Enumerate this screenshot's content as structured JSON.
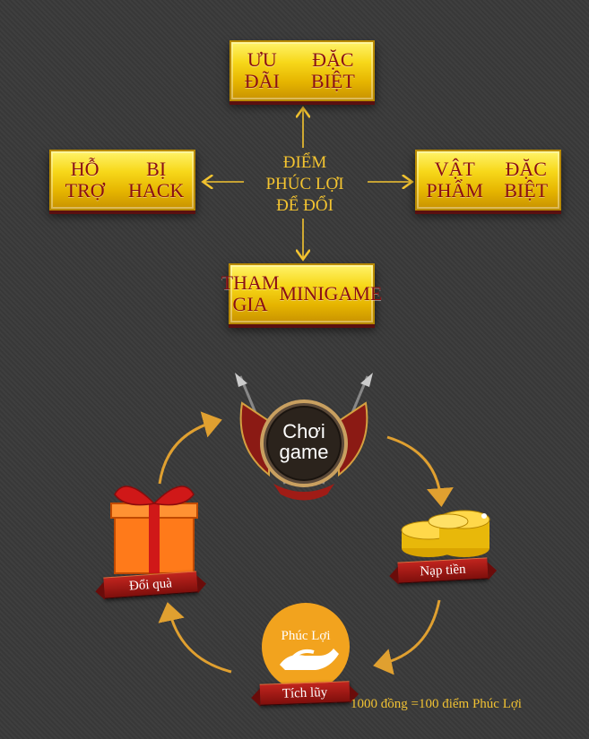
{
  "top_diagram": {
    "center_label": [
      "ĐIỂM",
      "PHÚC LỢI",
      "ĐỂ ĐỔI"
    ],
    "boxes": {
      "top": [
        "ƯU ĐÃI",
        "ĐẶC BIỆT"
      ],
      "left": [
        "HỖ TRỢ",
        "BỊ HACK"
      ],
      "right": [
        "VẬT PHẨM",
        "ĐẶC BIỆT"
      ],
      "bottom": [
        "THAM GIA",
        "MINIGAME"
      ]
    }
  },
  "cycle": {
    "play": [
      "Chơi",
      "game"
    ],
    "topup": "Nạp tiền",
    "accumulate": "Tích lũy",
    "phuc_loi": "Phúc Lợi",
    "exchange": "Đổi quà"
  },
  "footer_note": "1000 đồng =100 điểm Phúc Lợi",
  "colors": {
    "gold": "#f7d81a",
    "text_red": "#8a0f12",
    "arrow_orange": "#e0a030",
    "background": "#3a3a3a"
  }
}
